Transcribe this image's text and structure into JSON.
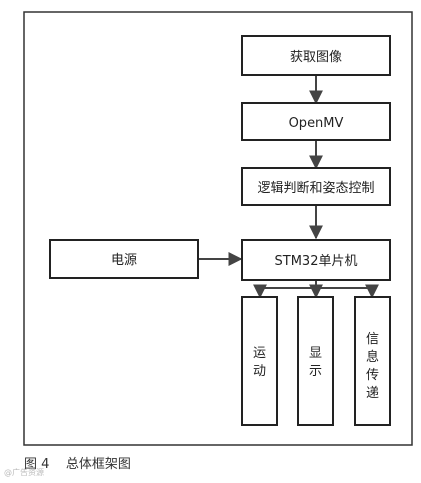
{
  "nodes": {
    "acquire": "获取图像",
    "openmv": "OpenMV",
    "logic": "逻辑判断和姿态控制",
    "power": "电源",
    "mcu": "STM32单片机",
    "motion": [
      "运",
      "动"
    ],
    "display": [
      "显",
      "示"
    ],
    "transfer": [
      "信",
      "息",
      "传",
      "递"
    ]
  },
  "caption": "图 4    总体框架图",
  "watermark": "@广告资源",
  "colors": {
    "stroke": "#222222",
    "arrow": "#444444",
    "text": "#222222"
  }
}
